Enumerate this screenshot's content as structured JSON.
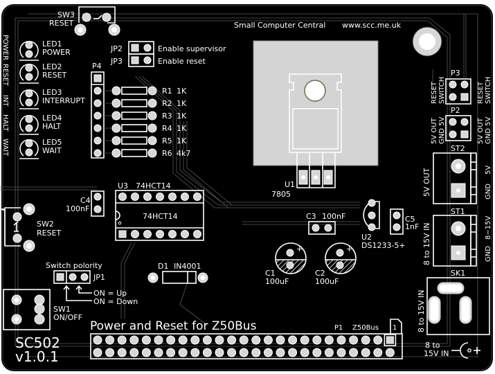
{
  "board": {
    "title": "Power and Reset for Z50Bus",
    "model": "SC502",
    "version": "v1.0.1",
    "maker": "Small Computer Central",
    "website": "www.scc.me.uk",
    "colors": {
      "board": "#000000",
      "silk": "#ffffff",
      "pad": "#d7d7d7",
      "heatsink": "#d4d4d4",
      "outline": "#ffffff"
    }
  },
  "side_labels": [
    "POWER",
    "RESET",
    "INT",
    "HALT",
    "WAIT"
  ],
  "leds": [
    {
      "ref": "LED1",
      "label": "POWER"
    },
    {
      "ref": "LED2",
      "label": "RESET"
    },
    {
      "ref": "LED3",
      "label": "INTERRUPT"
    },
    {
      "ref": "LED4",
      "label": "HALT"
    },
    {
      "ref": "LED5",
      "label": "WAIT"
    }
  ],
  "resistors": [
    {
      "ref": "R1",
      "value": "1K"
    },
    {
      "ref": "R2",
      "value": "1K"
    },
    {
      "ref": "R3",
      "value": "1K"
    },
    {
      "ref": "R4",
      "value": "1K"
    },
    {
      "ref": "R5",
      "value": "1K"
    },
    {
      "ref": "R6",
      "value": "4k7"
    }
  ],
  "switches": {
    "sw3": {
      "ref": "SW3",
      "label": "RESET"
    },
    "sw2": {
      "ref": "SW2",
      "label": "RESET"
    },
    "sw1": {
      "ref": "SW1",
      "label": "ON/OFF"
    }
  },
  "jumpers": {
    "jp2": {
      "ref": "JP2",
      "label": "Enable supervisor"
    },
    "jp3": {
      "ref": "JP3",
      "label": "Enable reset"
    },
    "jp1": {
      "ref": "JP1",
      "title": "Switch polority",
      "on_up": "ON = Up",
      "on_down": "ON = Down"
    }
  },
  "headers": {
    "p4": {
      "ref": "P4"
    },
    "p3": {
      "ref": "P3",
      "left": [
        "RESET",
        "SWITCH"
      ],
      "right": [
        "RESET",
        "SWITCH"
      ]
    },
    "p2": {
      "ref": "P2",
      "left": [
        "5V OUT",
        "GND 5V"
      ],
      "right": [
        "5V OUT",
        "GND 5V"
      ]
    },
    "p1": {
      "ref": "P1",
      "label": "Z50Bus",
      "pin1": "1"
    }
  },
  "ics": {
    "u3": {
      "ref": "U3",
      "part": "74HCT14",
      "body_label": "74HCT14"
    },
    "u1": {
      "ref": "U1",
      "part": "7805"
    },
    "u2": {
      "ref": "U2",
      "part": "DS1233-5+"
    }
  },
  "capacitors": [
    {
      "ref": "C1",
      "value": "100uF"
    },
    {
      "ref": "C2",
      "value": "100uF"
    },
    {
      "ref": "C3",
      "value": "100nF"
    },
    {
      "ref": "C4",
      "value": "100nF"
    },
    {
      "ref": "C5",
      "value": "1nF"
    }
  ],
  "diode": {
    "ref": "D1",
    "part": "IN4001"
  },
  "terminals": {
    "st2": {
      "ref": "ST2",
      "side": "5V OUT",
      "pin_a": "5V",
      "pin_b": "GND"
    },
    "st1": {
      "ref": "ST1",
      "side": "8 to 15V IN",
      "pin_a": "8−15V",
      "pin_b": "GND"
    },
    "sk1": {
      "ref": "SK1",
      "side": "8 to 15V IN",
      "dc_label_1": "8 to",
      "dc_label_2": "15V IN"
    }
  }
}
